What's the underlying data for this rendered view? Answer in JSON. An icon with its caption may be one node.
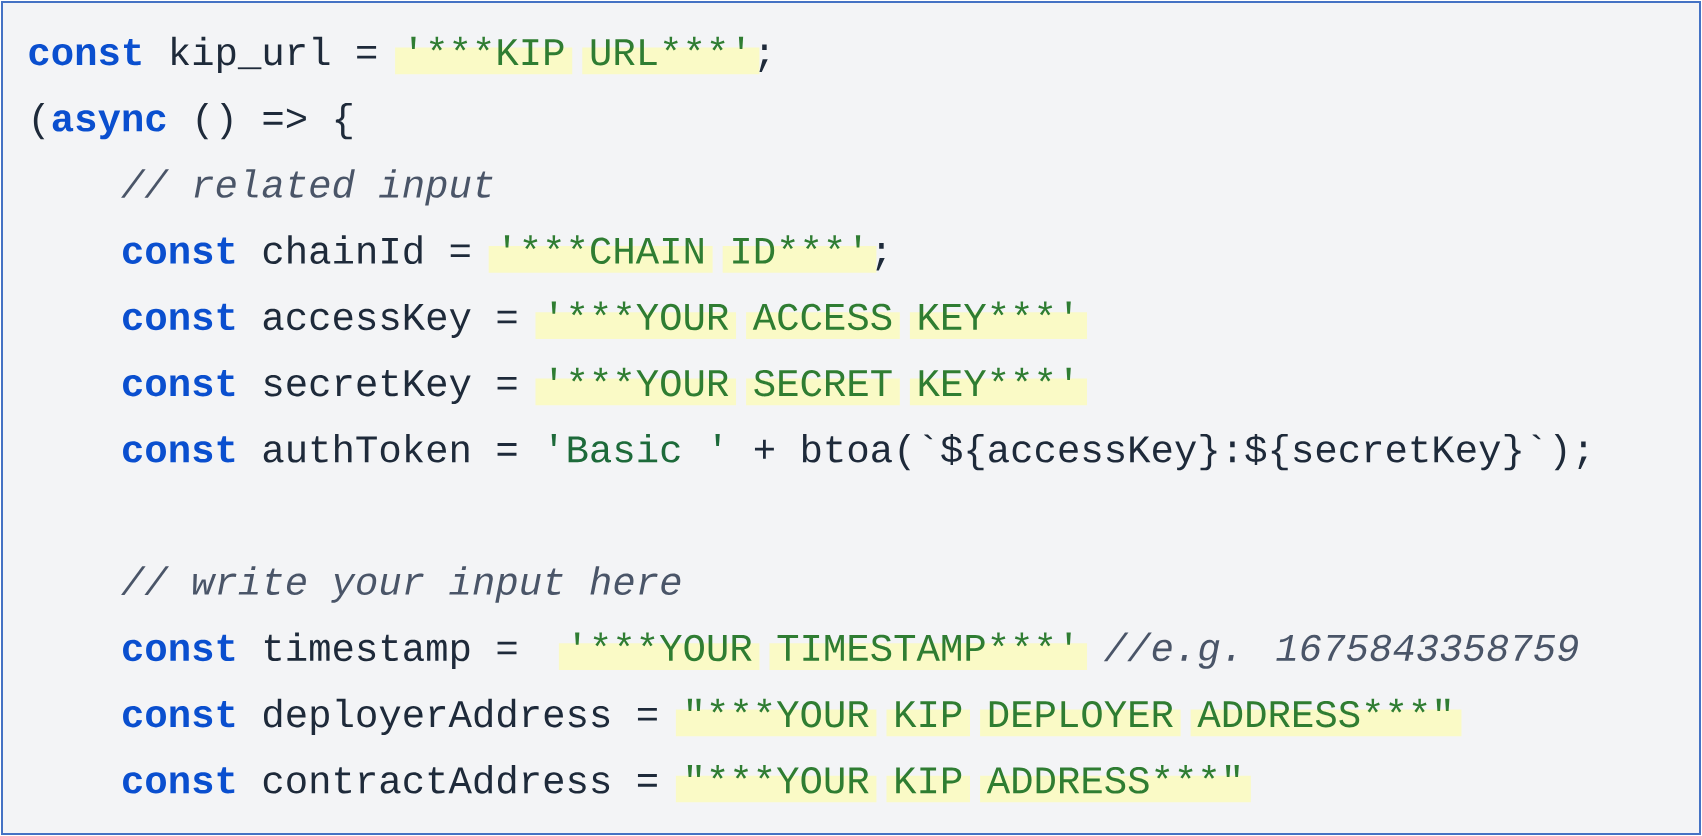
{
  "diagram": {
    "labels": [
      "const",
      "kip_url =",
      "'***KIP",
      "URL***'",
      ";",
      "(",
      "async",
      "() => {",
      "// related input",
      "const",
      "chainId =",
      "'***CHAIN",
      "ID***'",
      ";",
      "const",
      "accessKey =",
      "'***YOUR",
      "ACCESS",
      "KEY***'",
      "const",
      "secretKey =",
      "'***YOUR",
      "SECRET",
      "KEY***'",
      "const",
      "authToken =",
      "'Basic '",
      "+ btoa(`${accessKey}:${secretKey}`);",
      "// write your input here",
      "const",
      "timestamp =",
      "'***YOUR",
      "TIMESTAMP***'",
      "//e.g. 1675843358759",
      "const",
      "deployerAddress =",
      "\"***YOUR",
      "KIP",
      "DEPLOYER",
      "ADDRESS***\"",
      "const",
      "contractAddress =",
      "\"***YOUR",
      "KIP",
      "ADDRESS***\""
    ]
  }
}
